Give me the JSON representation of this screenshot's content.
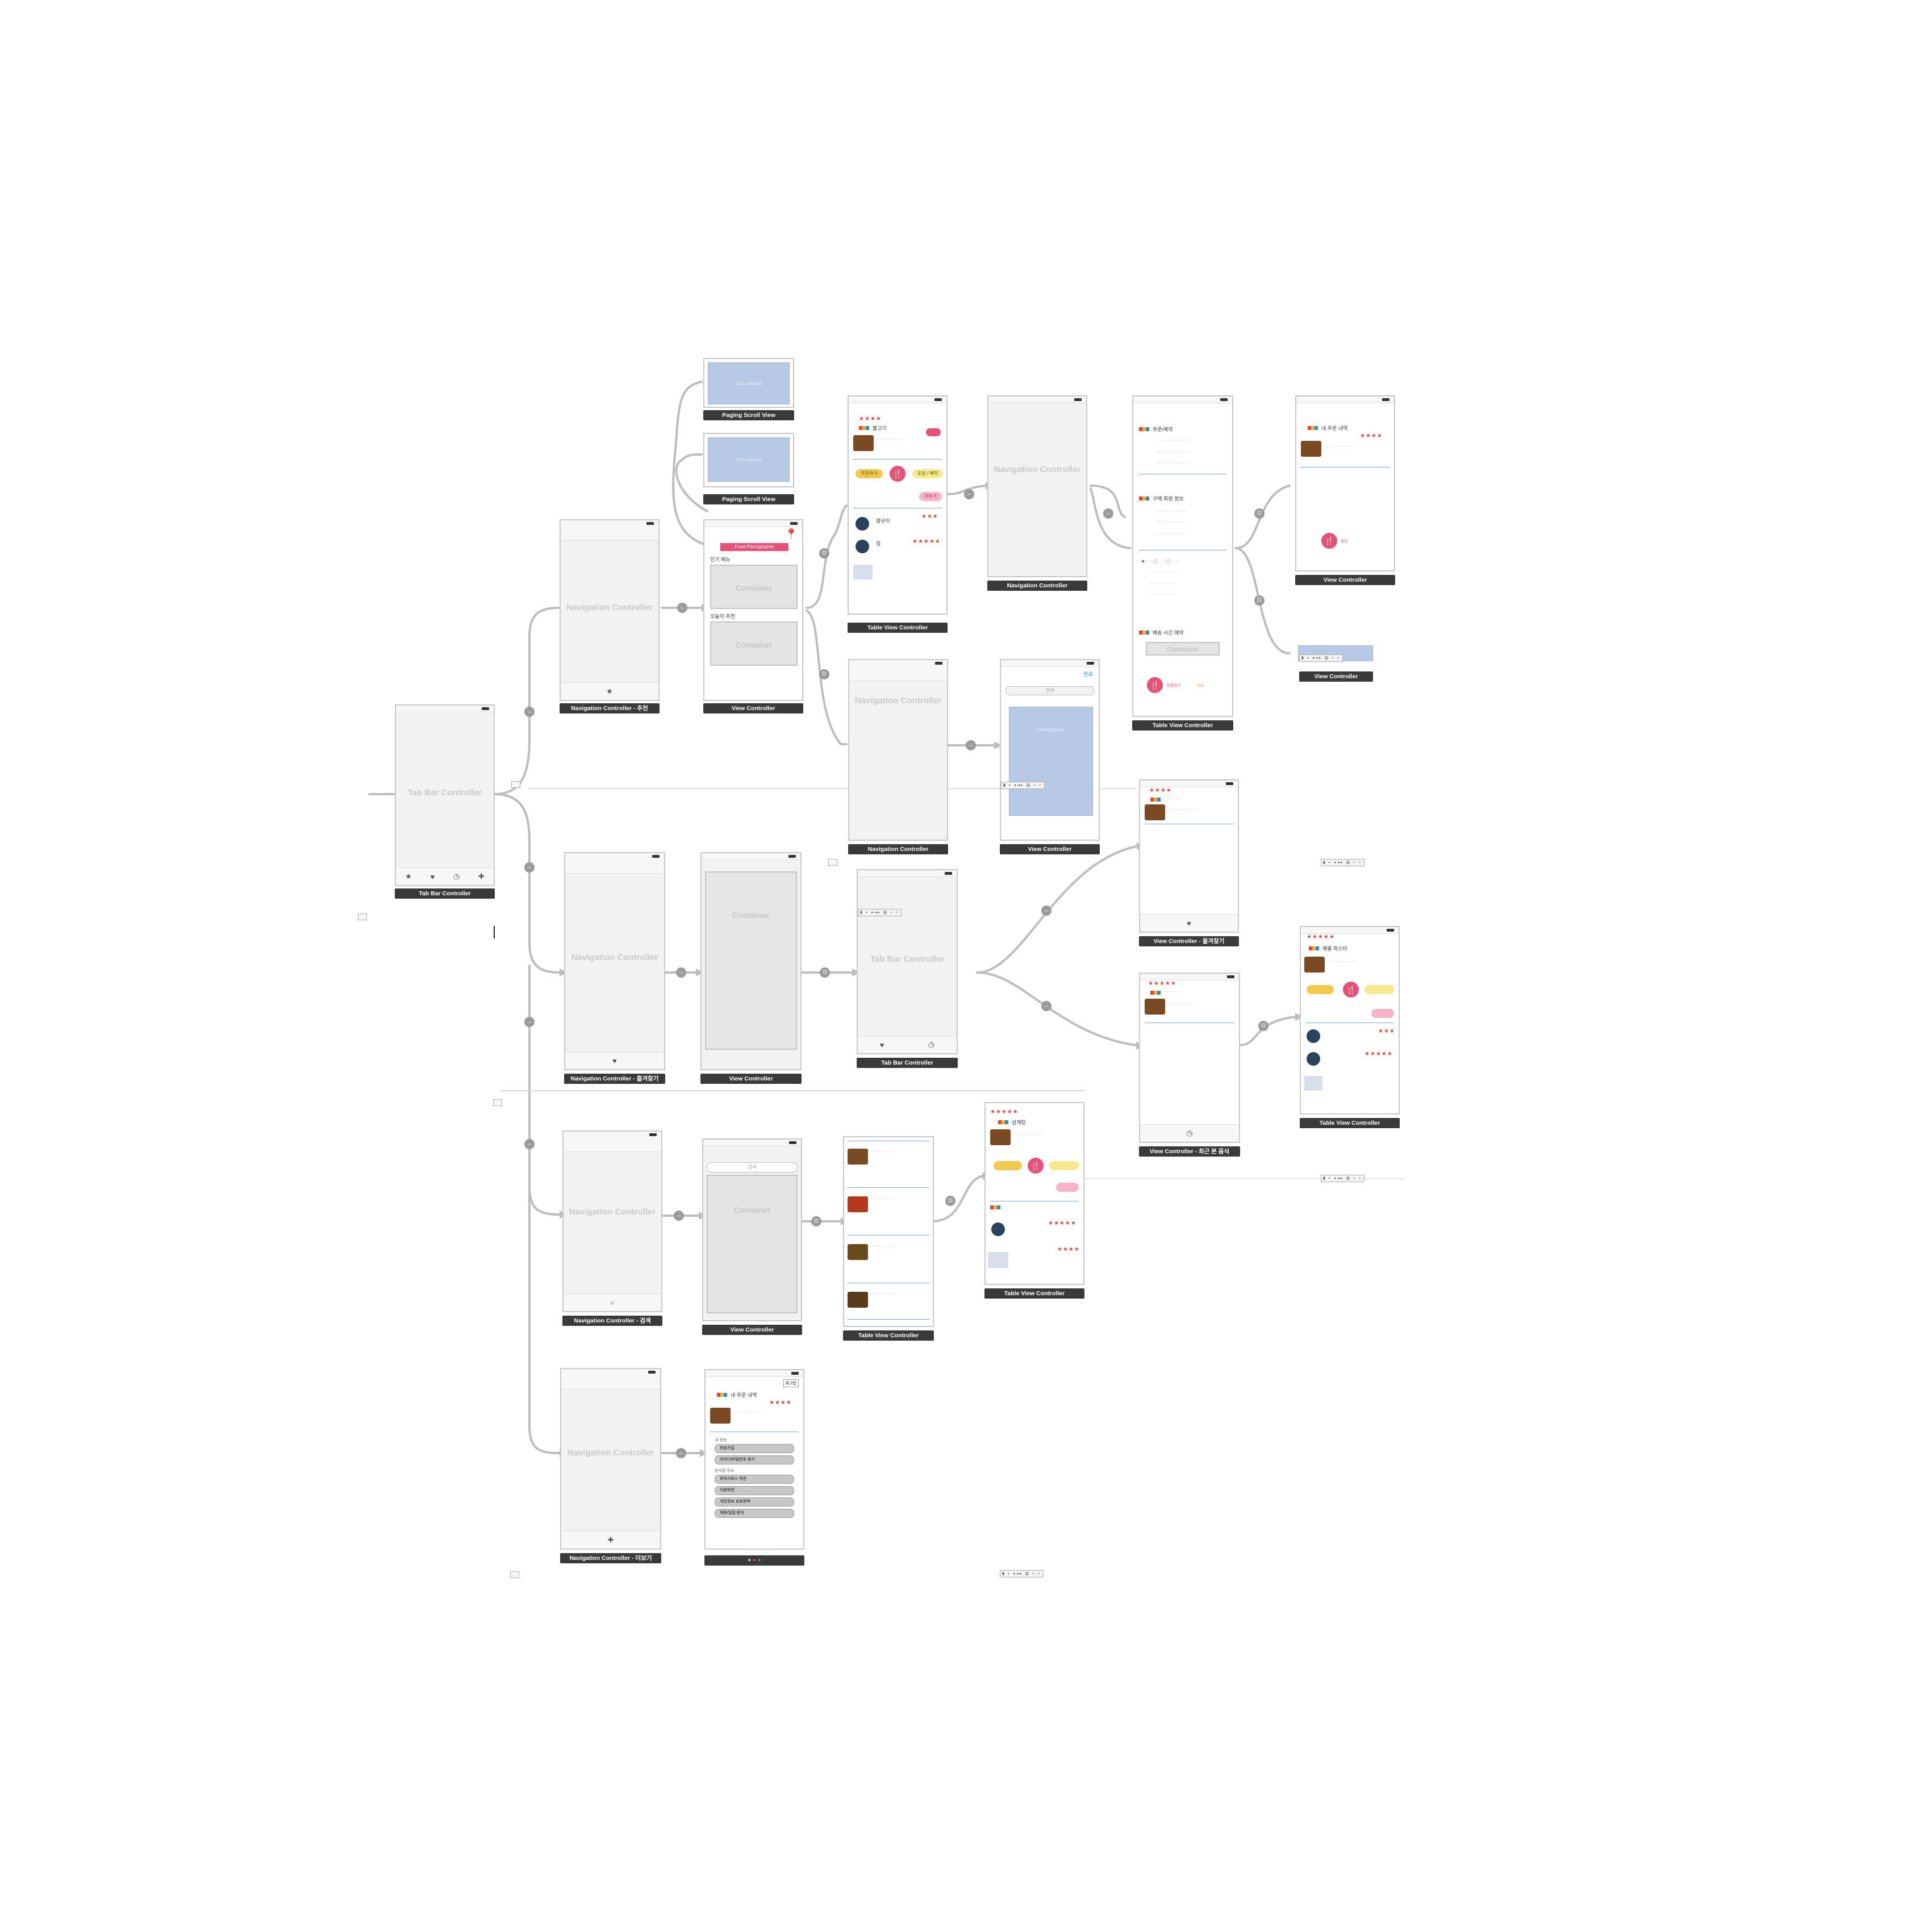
{
  "controllers": {
    "tabbar_main": {
      "caption": "Tab Bar Controller",
      "placeholder": "Tab Bar Controller"
    },
    "nav_recommend": {
      "caption": "Navigation Controller - 추천",
      "placeholder": "Navigation Controller"
    },
    "vc_recommend": {
      "caption": "View Controller",
      "banner": "Food Photographer",
      "popular_label": "인기 메뉴",
      "today_label": "오늘의 추천",
      "container_label": "Container"
    },
    "paging_1": {
      "caption": "Paging Scroll View",
      "inner": "UIScrollView"
    },
    "paging_2": {
      "caption": "Paging Scroll View",
      "inner": "UIScrollView"
    },
    "tvc_detail": {
      "caption": "Table View Controller",
      "dish": "불고기",
      "review_user_1": "향긋이",
      "review_user_2": "징",
      "order_button": "주문하기",
      "reserve_button": "포장 / 예약",
      "more_button": "더보기"
    },
    "nav_mid": {
      "caption": "Navigation Controller",
      "placeholder": "Navigation Controller"
    },
    "tvc_order": {
      "caption": "Table View Controller",
      "order_title": "주문/예약",
      "buyer_info": "구매 회원 정보",
      "delivery_section": "배송 시간 예약",
      "container_label": "Container",
      "confirm": "주문하기",
      "cancel": "취소"
    },
    "vc_order_result": {
      "caption": "View Controller",
      "title": "내 주문 내역",
      "confirm": "확인"
    },
    "vc_small": {
      "caption": "View Controller"
    },
    "nav_search_sub": {
      "caption": "Navigation Controller",
      "placeholder": "Navigation Controller"
    },
    "vc_search_sub": {
      "caption": "View Controller",
      "done": "완료",
      "search_placeholder": "검색",
      "inner": "UIImageView"
    },
    "nav_fav": {
      "caption": "Navigation Controller - 즐겨찾기",
      "placeholder": "Navigation Controller"
    },
    "vc_fav": {
      "caption": "View Controller",
      "container_label": "Container"
    },
    "tabbar_fav": {
      "caption": "Tab Bar Controller",
      "placeholder": "Tab Bar Controller"
    },
    "vc_fav_list": {
      "caption": "View Controller - 즐겨찾기"
    },
    "vc_recent": {
      "caption": "View Controller - 최근 본 음식"
    },
    "tvc_recent_detail": {
      "caption": "Table View Controller",
      "dish": "해물 파스타"
    },
    "nav_search": {
      "caption": "Navigation Controller - 검색",
      "placeholder": "Navigation Controller"
    },
    "vc_search": {
      "caption": "View Controller",
      "container_label": "Container",
      "search_placeholder": "검색"
    },
    "tvc_search_results": {
      "caption": "Table View Controller"
    },
    "tvc_search_detail": {
      "caption": "Table View Controller",
      "dish": "삼계탕"
    },
    "nav_more": {
      "caption": "Navigation Controller - 더보기",
      "placeholder": "Navigation Controller"
    },
    "vc_more": {
      "title": "내 주문 내역",
      "login": "로그인",
      "section_1": "내 정보",
      "section_2": "음식점 정보",
      "items": [
        "회원가입",
        "아이디/비밀번호 찾기",
        "위치서비스 약관",
        "이용약관",
        "개인정보 보호정책",
        "제휴/입점 문의"
      ]
    }
  },
  "icons": [
    "star-icon",
    "heart-icon",
    "clock-icon",
    "plus-icon",
    "search-icon",
    "fork-knife-icon",
    "map-pin-icon"
  ],
  "colors": {
    "accent_pink": "#e8507a",
    "star_red": "#e0473a",
    "container_blue": "#b8c9e6",
    "caption_dark": "#3a3a3a"
  }
}
